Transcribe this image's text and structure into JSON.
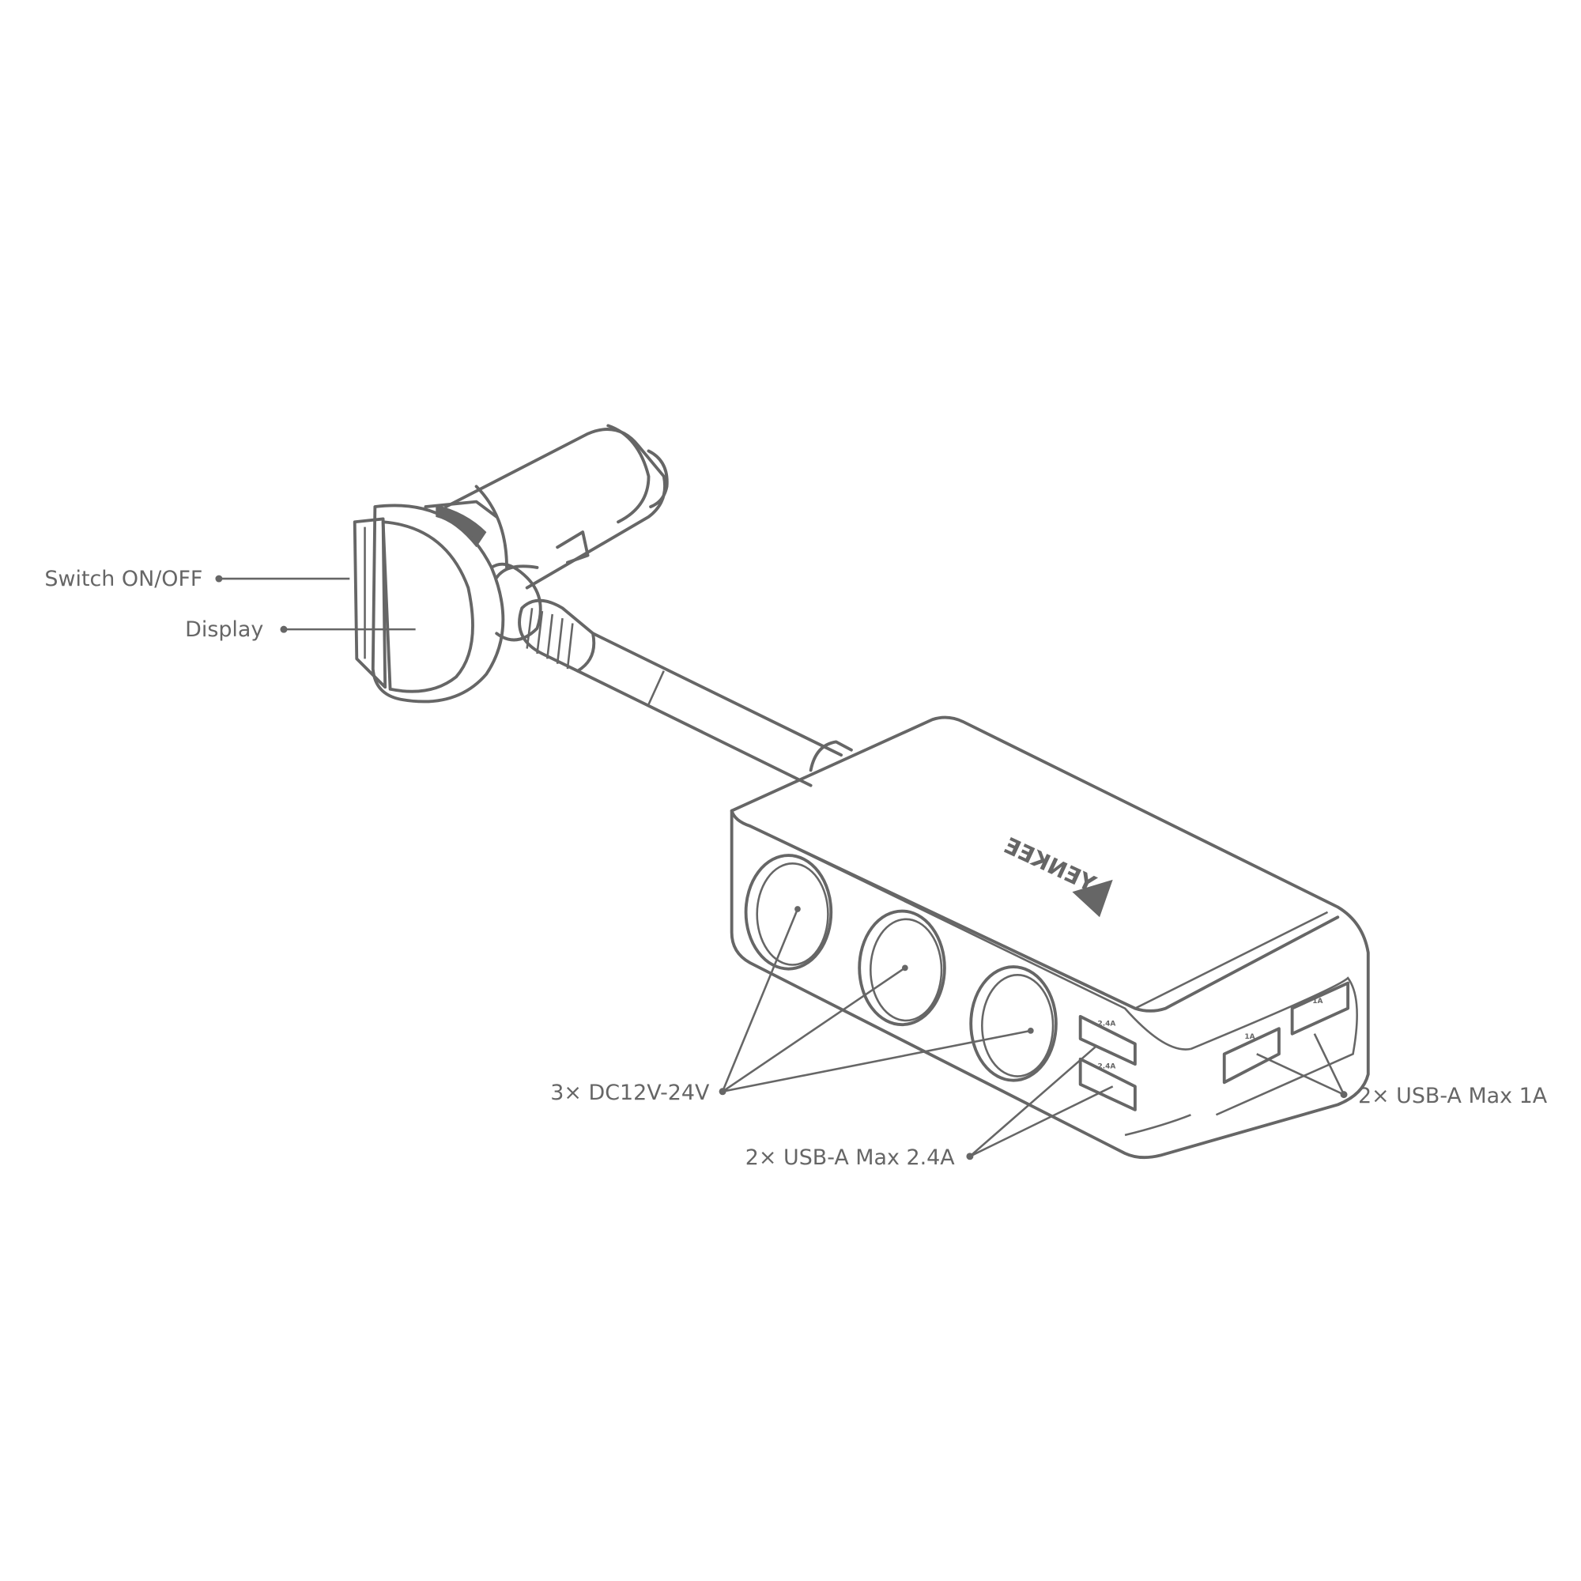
{
  "callouts": {
    "switch": "Switch ON/OFF",
    "display": "Display",
    "dc_sockets": "3× DC12V-24V",
    "usb_high": "2× USB-A Max 2.4A",
    "usb_low": "2× USB-A Max 1A"
  },
  "device": {
    "brand_logo": "YENKEE",
    "port_marks_high": [
      "2.4A",
      "2.4A"
    ],
    "port_marks_low": [
      "1A",
      "1A"
    ]
  },
  "colors": {
    "line": "#666666",
    "background": "#ffffff"
  }
}
